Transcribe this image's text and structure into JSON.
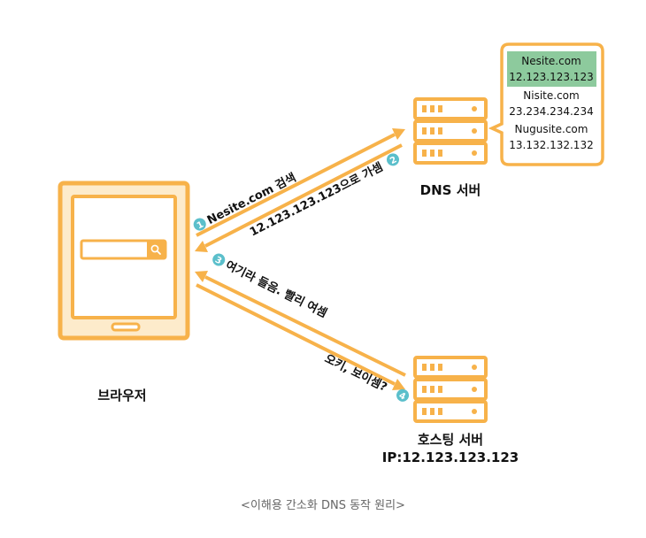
{
  "colors": {
    "orange": "#F7B24A",
    "orange_fill": "#FDEBCB",
    "teal": "#5BBFCB",
    "green_highlight": "#8DCA9D",
    "text": "#111111",
    "caption": "#666666"
  },
  "browser": {
    "label": "브라우저",
    "icon": "search-icon"
  },
  "dns_server": {
    "label": "DNS 서버",
    "records": [
      {
        "domain": "Nesite.com",
        "ip": "12.123.123.123",
        "highlighted": true
      },
      {
        "domain": "Nisite.com",
        "ip": "23.234.234.234",
        "highlighted": false
      },
      {
        "domain": "Nugusite.com",
        "ip": "13.132.132.132",
        "highlighted": false
      }
    ]
  },
  "hosting_server": {
    "label": "호스팅 서버",
    "ip_label": "IP:12.123.123.123"
  },
  "steps": [
    {
      "number": "1",
      "text": "Nesite.com 검색"
    },
    {
      "number": "2",
      "text": "12.123.123.123으로 가셈"
    },
    {
      "number": "3",
      "text": "여기라 들음. 빨리 여셈"
    },
    {
      "number": "4",
      "text": "오키, 보이셈?"
    }
  ],
  "caption": "<이해용 간소화 DNS 동작 원리>"
}
